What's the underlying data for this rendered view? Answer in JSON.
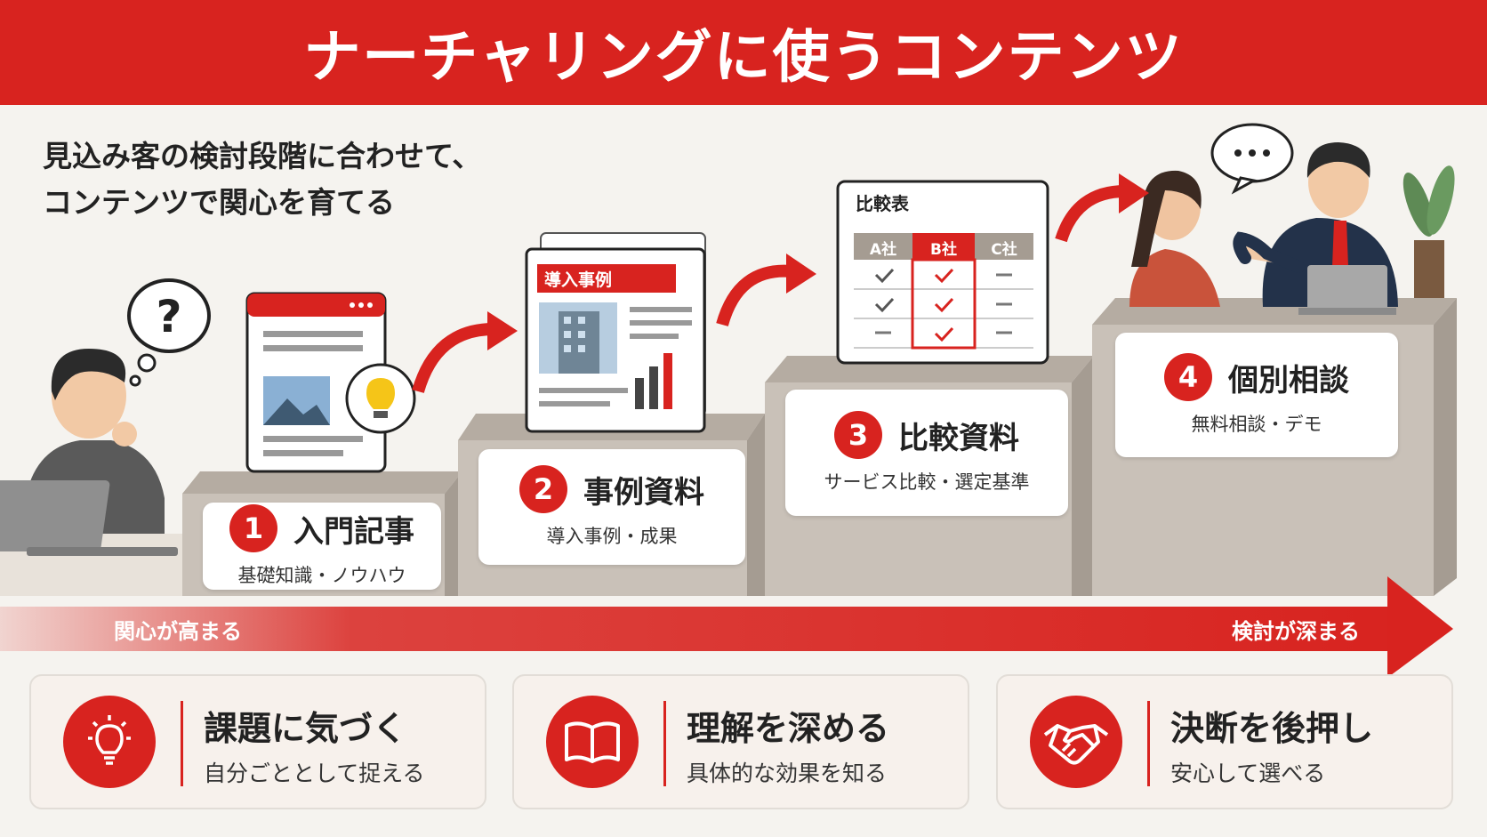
{
  "header": {
    "title": "ナーチャリングに使うコンテンツ"
  },
  "subtitle": {
    "line1": "見込み客の検討段階に合わせて、",
    "line2": "コンテンツで関心を育てる"
  },
  "steps": [
    {
      "number": "1",
      "title": "入門記事",
      "sub": "基礎知識・ノウハウ"
    },
    {
      "number": "2",
      "title": "事例資料",
      "sub": "導入事例・成果"
    },
    {
      "number": "3",
      "title": "比較資料",
      "sub": "サービス比較・選定基準"
    },
    {
      "number": "4",
      "title": "個別相談",
      "sub": "無料相談・デモ"
    }
  ],
  "case_doc": {
    "label": "導入事例"
  },
  "compare_doc": {
    "title": "比較表",
    "columns": [
      "A社",
      "B社",
      "C社"
    ]
  },
  "arrow": {
    "left_label": "関心が高まる",
    "right_label": "検討が深まる"
  },
  "benefits": [
    {
      "icon": "lightbulb-icon",
      "title": "課題に気づく",
      "sub": "自分ごととして捉える"
    },
    {
      "icon": "book-icon",
      "title": "理解を深める",
      "sub": "具体的な効果を知る"
    },
    {
      "icon": "handshake-icon",
      "title": "決断を後押し",
      "sub": "安心して選べる"
    }
  ],
  "colors": {
    "accent": "#d8231f",
    "step_gray": "#c9c1b8",
    "background": "#f5f3ef"
  }
}
